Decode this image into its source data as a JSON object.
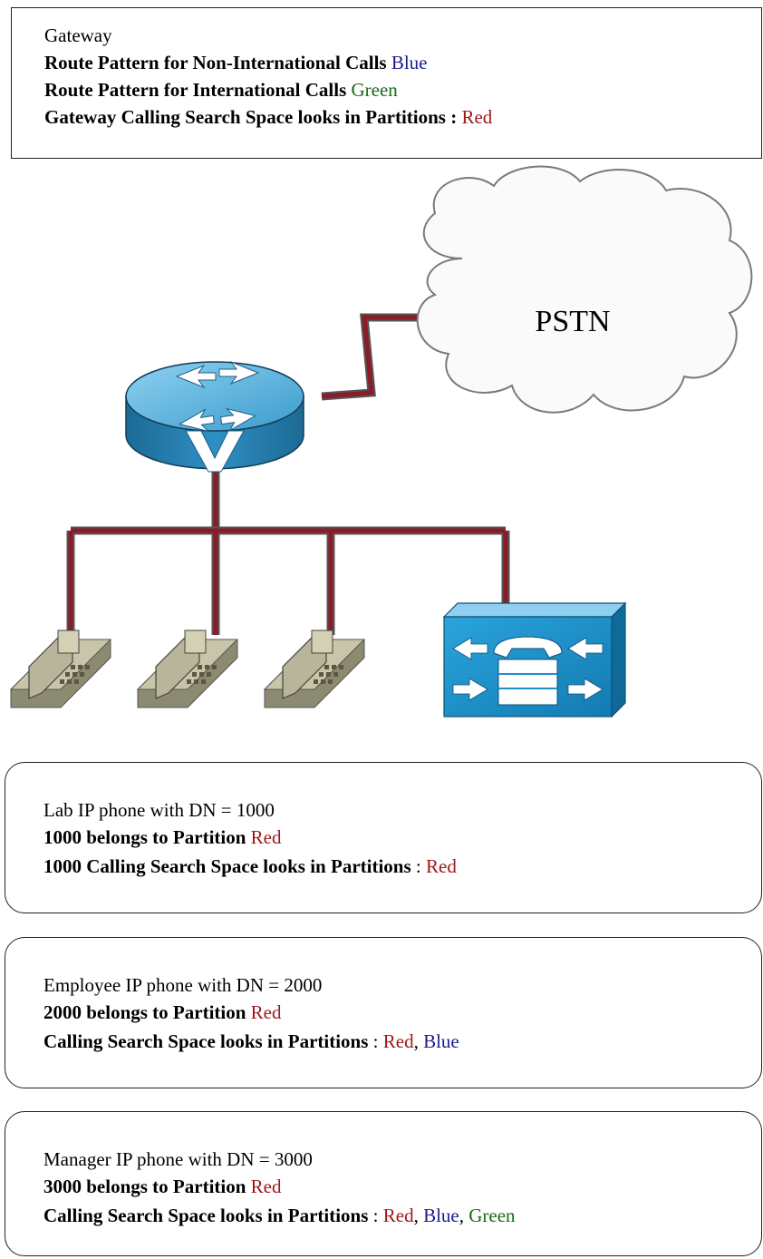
{
  "gateway": {
    "title": "Gateway",
    "line1_label": "Route Pattern for Non-International Calls",
    "line1_value": "Blue",
    "line2_label": "Route Pattern for International Calls",
    "line2_value": "Green",
    "line3_label": "Gateway Calling Search Space looks in Partitions :",
    "line3_value": "Red"
  },
  "diagram": {
    "cloud_label": "PSTN",
    "router_letter": "V"
  },
  "boxes": [
    {
      "title": "Lab IP phone with DN = 1000",
      "partition_label": "1000 belongs to Partition",
      "partition_value": "Red",
      "css_label": "1000 Calling Search Space looks in Partitions",
      "css_sep": ":",
      "css_value_1": "Red"
    },
    {
      "title": "Employee IP phone with DN = 2000",
      "partition_label": "2000 belongs to Partition",
      "partition_value": "Red",
      "css_label": "Calling Search Space looks in Partitions",
      "css_sep": ":",
      "css_value_1": "Red",
      "css_comma_1": ",",
      "css_value_2": "Blue"
    },
    {
      "title": "Manager IP phone with DN = 3000",
      "partition_label": "3000 belongs to Partition",
      "partition_value": "Red",
      "css_label": "Calling Search Space looks in Partitions",
      "css_sep": ":",
      "css_value_1": "Red",
      "css_comma_1": ",",
      "css_value_2": "Blue",
      "css_comma_2": ",",
      "css_value_3": "Green"
    }
  ],
  "colors": {
    "red": "#a01818",
    "blue": "#1a1a8c",
    "green": "#176b17",
    "link_line": "#8a1c2a",
    "router": "#2d8fc2",
    "phone": "#b9b59a",
    "callmanager": "#1c8fcd"
  }
}
